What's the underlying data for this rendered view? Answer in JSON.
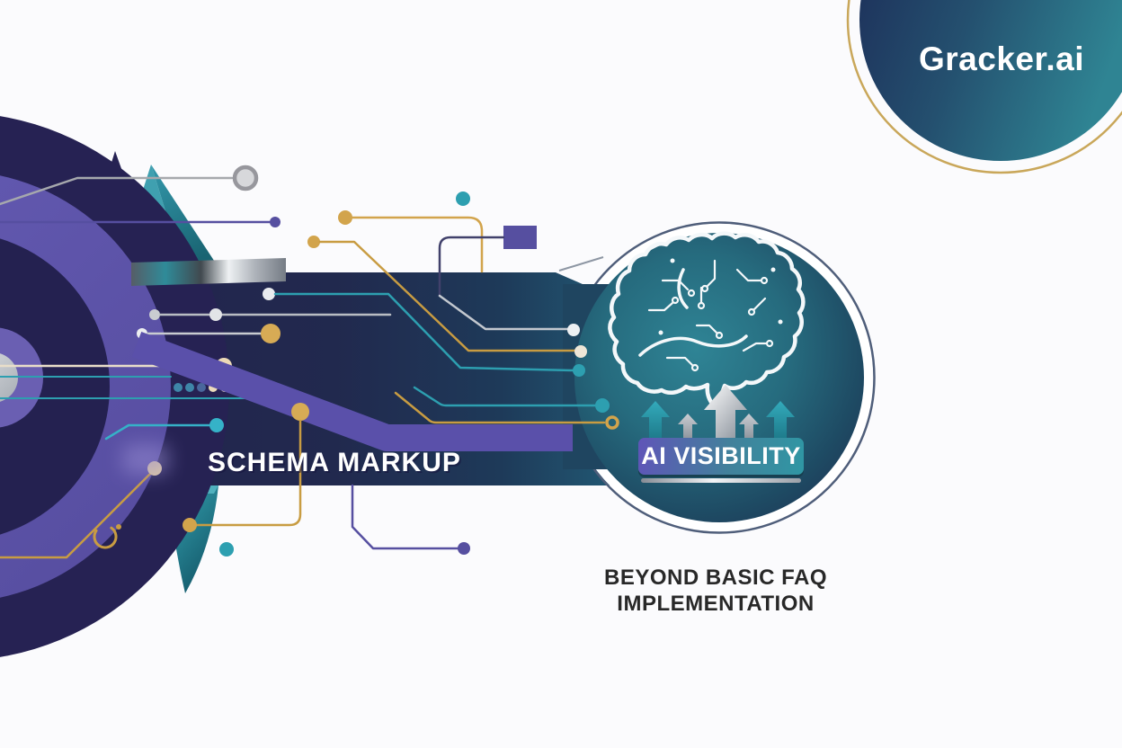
{
  "logo": {
    "text": "Gracker.ai"
  },
  "band": {
    "label": "SCHEMA MARKUP"
  },
  "badge": {
    "label": "AI VISIBILITY"
  },
  "caption": {
    "line1": "BEYOND BASIC FAQ",
    "line2": "IMPLEMENTATION"
  },
  "icons": {
    "brain": "brain-circuit-icon",
    "arrows": "growth-arrows-icon",
    "spinner": "gold-spinner-icon",
    "node": "circuit-node-icon"
  },
  "colors": {
    "navy_band": "#242150",
    "navy_deep": "#262253",
    "purple_ring": "#5f55ab",
    "purple_stripe": "#5a50aa",
    "teal_accent": "#2d9fb0",
    "teal_bright": "#35b2c8",
    "gold_accent": "#c89c42",
    "gold_dot": "#d7ab55",
    "cream": "#e9dec9",
    "silver": "#c9ccd1",
    "circle_teal": "#2e8092",
    "logo_navy": "#1c2b57",
    "logo_teal": "#2f8493",
    "gold_ring": "#c9a75a",
    "ink": "#282828",
    "white": "#ffffff"
  }
}
